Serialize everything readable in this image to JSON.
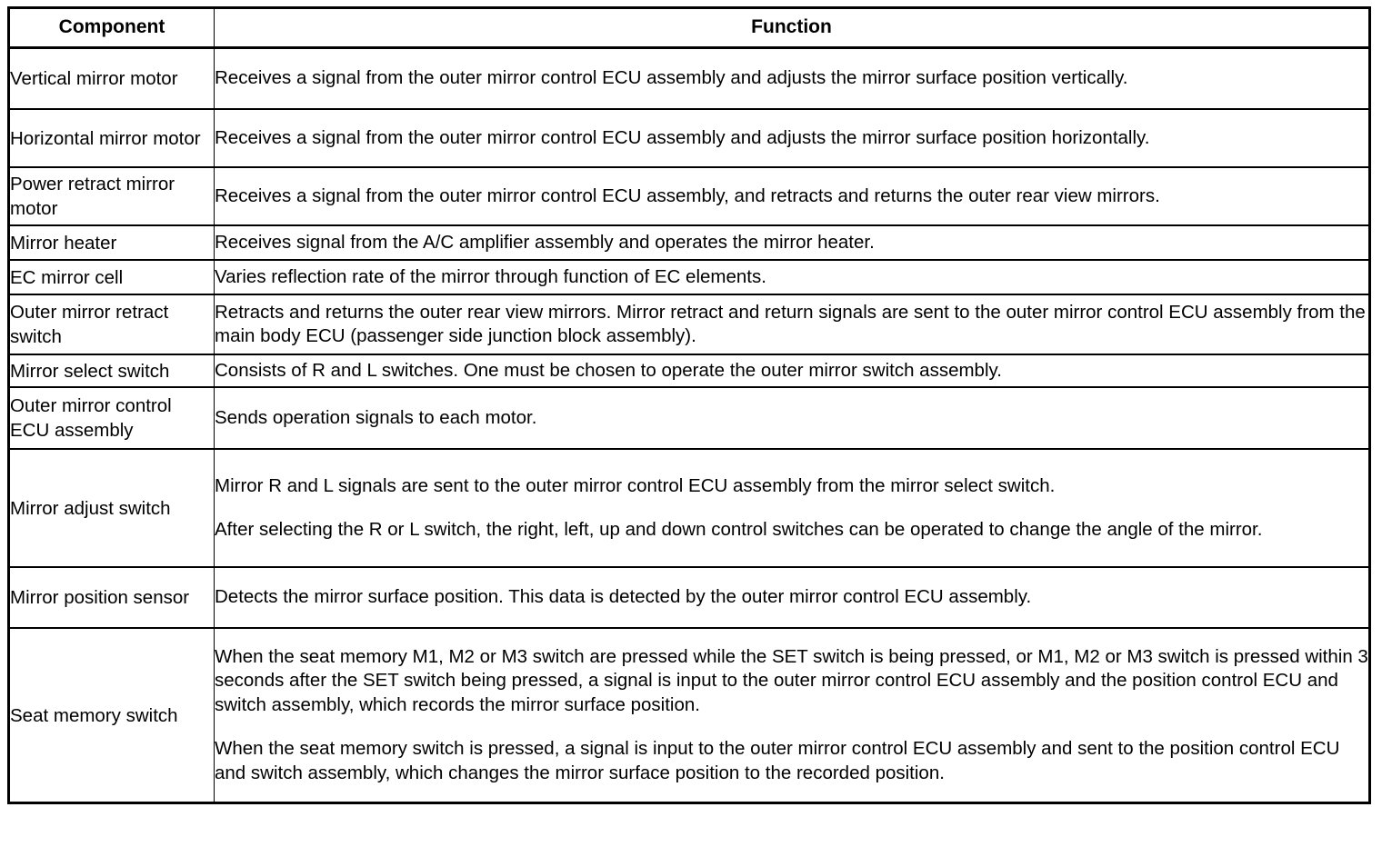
{
  "table": {
    "headers": {
      "component": "Component",
      "function": "Function"
    },
    "rows": [
      {
        "component": "Vertical mirror motor",
        "function_paragraphs": [
          "Receives a signal from the outer mirror control ECU assembly and adjusts the mirror surface position vertically."
        ]
      },
      {
        "component": "Horizontal mirror motor",
        "function_paragraphs": [
          "Receives a signal from the outer mirror control ECU assembly and adjusts the mirror surface position horizontally."
        ]
      },
      {
        "component": "Power retract mirror motor",
        "function_paragraphs": [
          "Receives a signal from the outer mirror control ECU assembly, and retracts and returns the outer rear view mirrors."
        ]
      },
      {
        "component": "Mirror heater",
        "function_paragraphs": [
          "Receives signal from the A/C amplifier assembly and operates the mirror heater."
        ]
      },
      {
        "component": "EC mirror cell",
        "function_paragraphs": [
          "Varies reflection rate of the mirror through function of EC elements."
        ]
      },
      {
        "component": "Outer mirror retract switch",
        "function_paragraphs": [
          "Retracts and returns the outer rear view mirrors. Mirror retract and return signals are sent to the outer mirror control ECU assembly from the main body ECU (passenger side junction block assembly)."
        ]
      },
      {
        "component": "Mirror select switch",
        "function_paragraphs": [
          "Consists of R and L switches. One must be chosen to operate the outer mirror switch assembly."
        ]
      },
      {
        "component": "Outer mirror control ECU assembly",
        "function_paragraphs": [
          "Sends operation signals to each motor."
        ]
      },
      {
        "component": "Mirror adjust switch",
        "function_paragraphs": [
          "Mirror R and L signals are sent to the outer mirror control ECU assembly from the mirror select switch.",
          "After selecting the R or L switch, the right, left, up and down control switches can be operated to change the angle of the mirror."
        ]
      },
      {
        "component": "Mirror position sensor",
        "function_paragraphs": [
          "Detects the mirror surface position. This data is detected by the outer mirror control ECU assembly."
        ]
      },
      {
        "component": "Seat memory switch",
        "function_paragraphs": [
          "When the seat memory M1, M2 or M3 switch are pressed while the SET switch is being pressed, or M1, M2 or M3 switch is pressed within 3 seconds after the SET switch being pressed, a signal is input to the outer mirror control ECU assembly and the position control ECU and switch assembly, which records the mirror surface position.",
          "When the seat memory switch is pressed, a signal is input to the outer mirror control ECU assembly and sent to the position control ECU and switch assembly, which changes the mirror surface position to the recorded position."
        ]
      }
    ]
  },
  "colors": {
    "border": "#000000",
    "text": "#000000",
    "background": "#ffffff"
  }
}
